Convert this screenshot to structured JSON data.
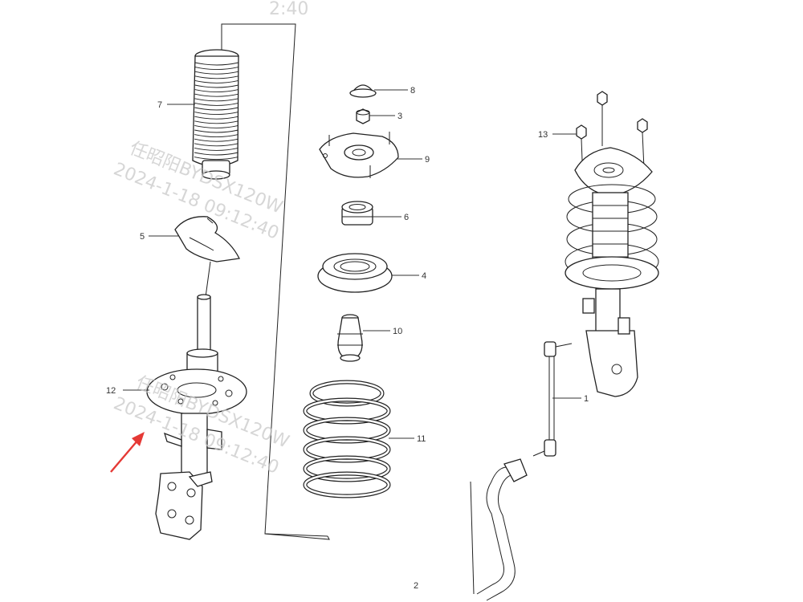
{
  "callouts": {
    "c1": "1",
    "c2": "2",
    "c3": "3",
    "c4": "4",
    "c5": "5",
    "c6": "6",
    "c7": "7",
    "c8": "8",
    "c9": "9",
    "c10": "10",
    "c11": "11",
    "c12": "12",
    "c13": "13"
  },
  "watermark": {
    "name": "任昭阳BYDSX120W",
    "stamp_top": "2:40",
    "stamp_a": "2024-1-18 09:12:40",
    "stamp_b": "2024-1-18 09:12:40"
  },
  "colors": {
    "line": "#222222",
    "arrow": "#e53935",
    "watermark": "#c9c9c9"
  },
  "icons": {
    "pointer": "red-arrow-icon"
  }
}
